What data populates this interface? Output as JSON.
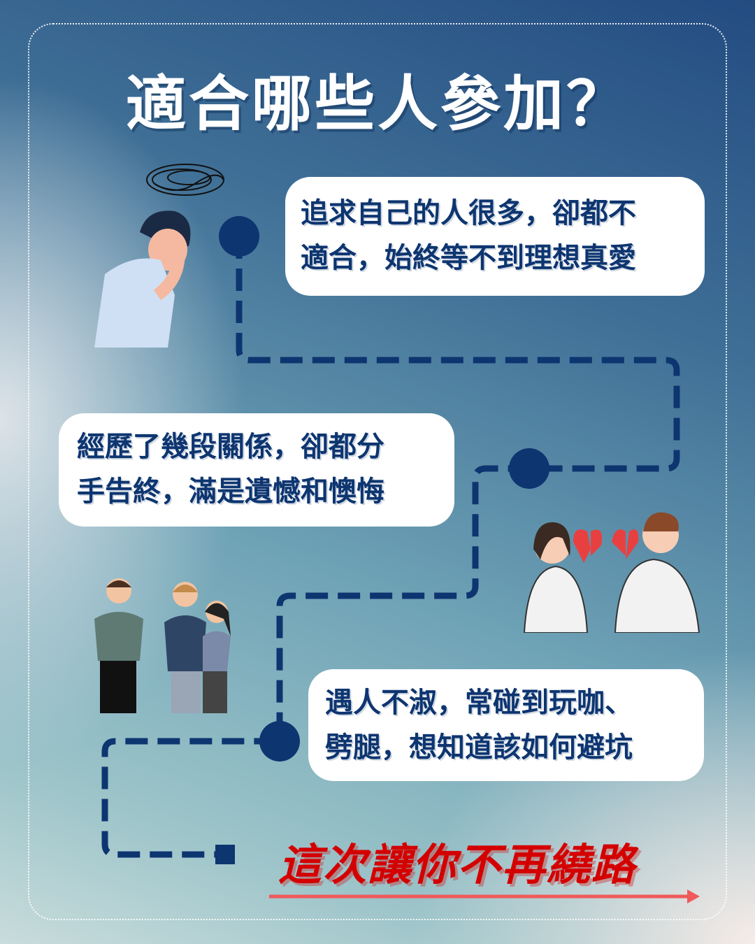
{
  "title": "適合哪些人參加？",
  "bubbles": [
    {
      "line1": "追求自己的人很多，卻都不",
      "line2": "適合，始終等不到理想真愛"
    },
    {
      "line1": "經歷了幾段關係，卻都分",
      "line2": "手告終，滿是遺憾和懊悔"
    },
    {
      "line1": "遇人不淑，常碰到玩咖、",
      "line2": "劈腿，想知道該如何避坑"
    }
  ],
  "slogan": "這次讓你不再繞路",
  "colors": {
    "path": "#0d3570",
    "slogan": "#d40000",
    "arrow": "#f05a5a"
  }
}
